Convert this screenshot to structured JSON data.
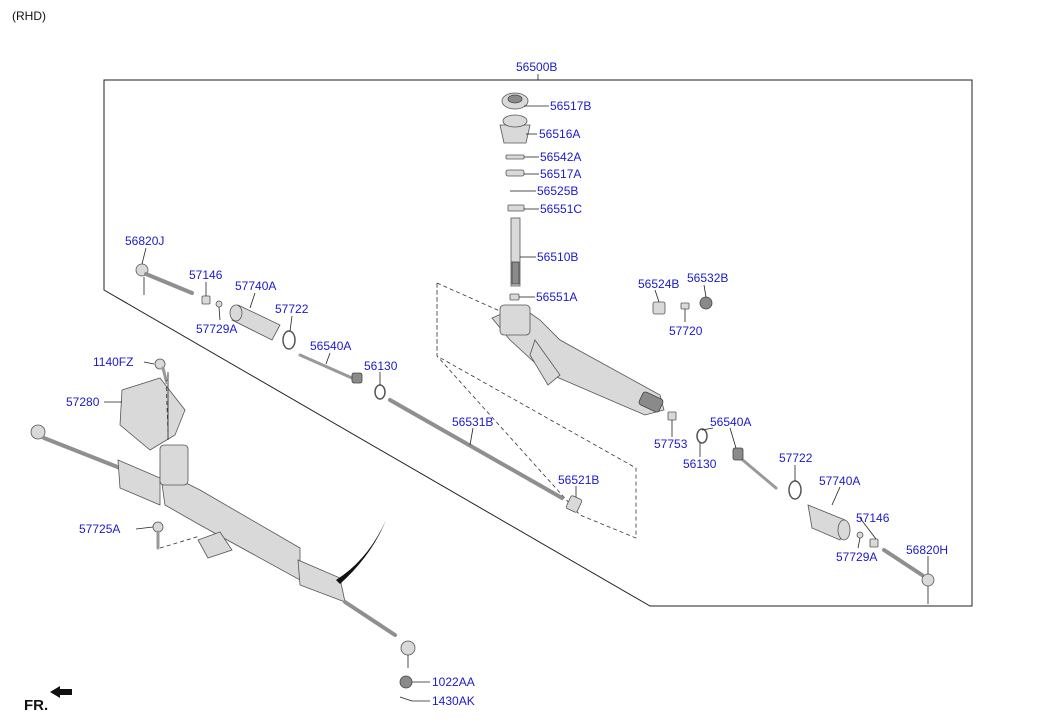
{
  "variant_note": "(RHD)",
  "direction_label": "FR.",
  "accent_color": "#1a1acc",
  "labels": {
    "p56500B": "56500B",
    "p56517B": "56517B",
    "p56516A": "56516A",
    "p56542A": "56542A",
    "p56517A": "56517A",
    "p56525B": "56525B",
    "p56551C": "56551C",
    "p56510B": "56510B",
    "p56551A": "56551A",
    "p56524B": "56524B",
    "p56532B": "56532B",
    "p57720": "57720",
    "p56820J": "56820J",
    "p57146_left": "57146",
    "p57740A_left": "57740A",
    "p57722_left": "57722",
    "p57729A_left": "57729A",
    "p56540A_left": "56540A",
    "p56130_left": "56130",
    "p1140FZ": "1140FZ",
    "p57280": "57280",
    "p56531B": "56531B",
    "p56521B": "56521B",
    "p57753": "57753",
    "p56540A_right": "56540A",
    "p56130_right": "56130",
    "p57722_right": "57722",
    "p57740A_right": "57740A",
    "p57146_right": "57146",
    "p57729A_right": "57729A",
    "p56820H": "56820H",
    "p57725A": "57725A",
    "p1022AA": "1022AA",
    "p1430AK": "1430AK"
  }
}
